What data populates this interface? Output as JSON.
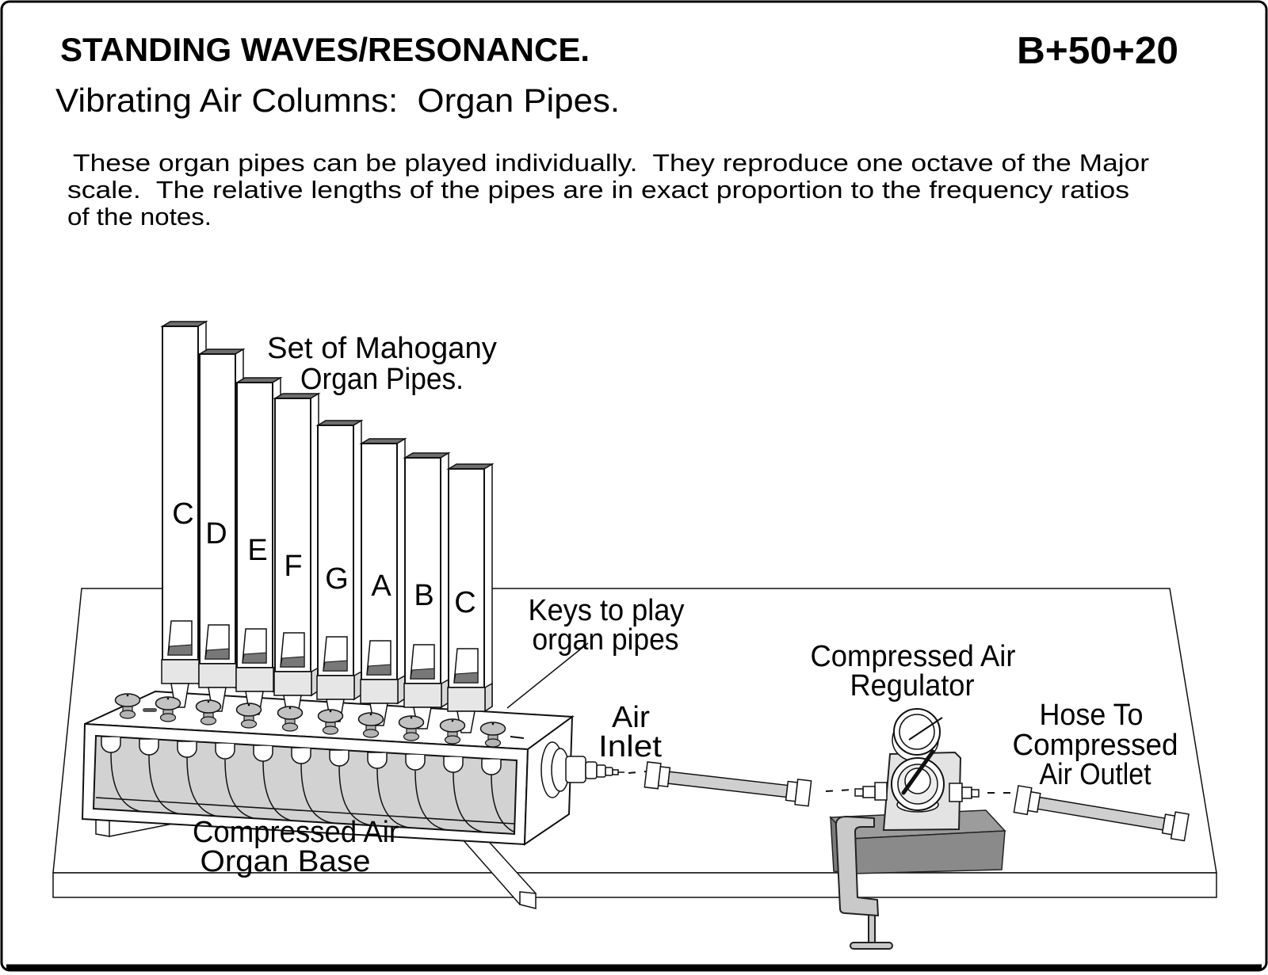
{
  "header": {
    "title": "STANDING WAVES/RESONANCE.",
    "code": "B+50+20",
    "subtitle": "Vibrating Air Columns:  Organ Pipes."
  },
  "description": {
    "line1": "These organ pipes can be played individually.  They reproduce one octave of the Major",
    "line2": "scale.  The relative lengths of the pipes are in exact proportion to the frequency ratios",
    "line3": "of the notes."
  },
  "labels": {
    "pipes_title_1": "Set of Mahogany",
    "pipes_title_2": "Organ Pipes.",
    "keys_1": "Keys to play",
    "keys_2": "organ pipes",
    "air_inlet_1": "Air",
    "air_inlet_2": "Inlet",
    "regulator_1": "Compressed Air",
    "regulator_2": "Regulator",
    "hose_1": "Hose To",
    "hose_2": "Compressed",
    "hose_3": "Air Outlet",
    "base_1": "Compressed Air",
    "base_2": "Organ Base"
  },
  "pipes": {
    "notes": [
      "C",
      "D",
      "E",
      "F",
      "G",
      "A",
      "B",
      "C"
    ],
    "count": 8,
    "key_count": 10
  },
  "colors": {
    "ink": "#000000",
    "background": "#ffffff",
    "pipe_top_shade": "#6e6e6e",
    "mouth_shade": "#787878",
    "pipe_boot": "#e6e6e6",
    "base_panel": "#d2d2d2",
    "key_cap": "#c2c2c2",
    "hose_tube": "#cfcfcf",
    "block_gray": "#8a8a8a",
    "regulator_body": "#e3e3e3",
    "clamp_gray": "#c9c9c9"
  }
}
